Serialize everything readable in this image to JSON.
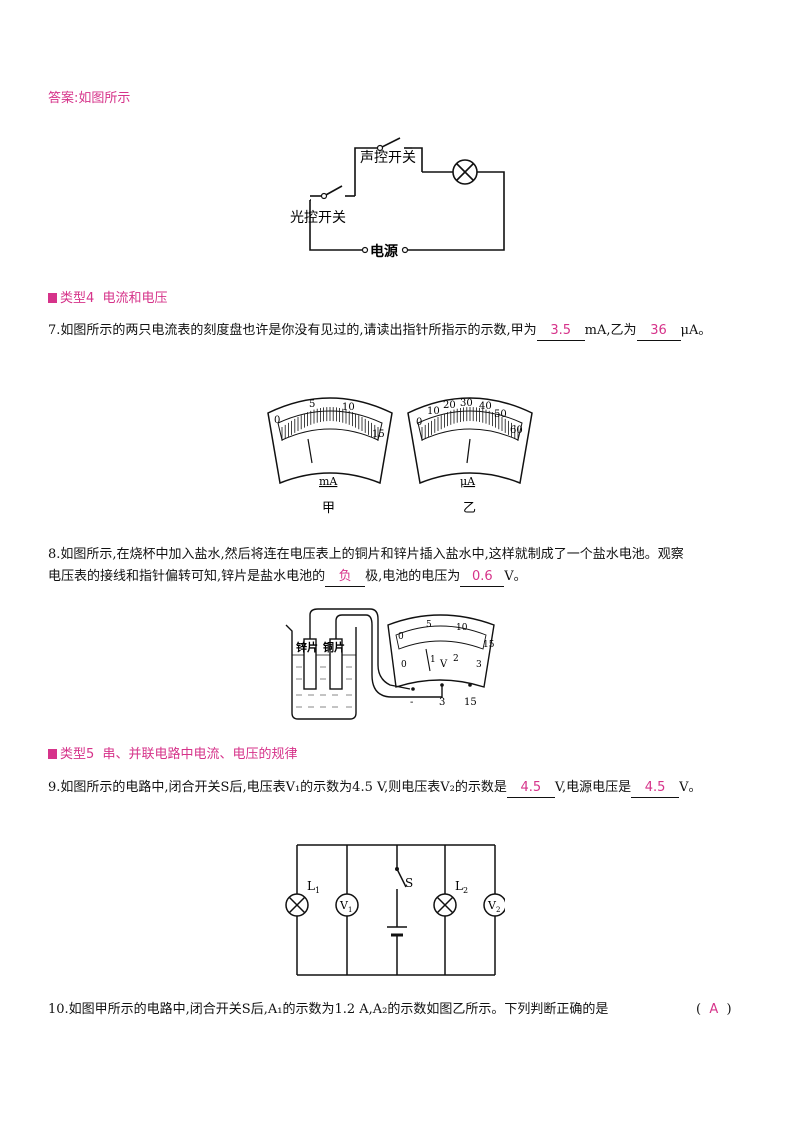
{
  "answer_label": "答案:如图所示",
  "circuit1": {
    "sound_switch": "声控开关",
    "light_switch": "光控开关",
    "power": "电源"
  },
  "section4": {
    "tag": "类型4",
    "title": "电流和电压"
  },
  "q7": {
    "pre": "7.如图所示的两只电流表的刻度盘也许是你没有见过的,请读出指针所指示的示数,甲为",
    "ans1": "3.5",
    "mid": "mA,乙为",
    "ans2": "36",
    "post": "μA。"
  },
  "meter_jia": {
    "ticks": [
      "0",
      "5",
      "10",
      "15"
    ],
    "unit": "mA",
    "name": "甲"
  },
  "meter_yi": {
    "ticks": [
      "0",
      "10",
      "20",
      "30",
      "40",
      "50",
      "60"
    ],
    "unit": "μA",
    "name": "乙"
  },
  "q8": {
    "line1": "8.如图所示,在烧杯中加入盐水,然后将连在电压表上的铜片和锌片插入盐水中,这样就制成了一个盐水电池。观察",
    "pre": "电压表的接线和指针偏转可知,锌片是盐水电池的",
    "ans1": "负",
    "mid": "极,电池的电压为",
    "ans2": "0.6",
    "post": "V。"
  },
  "battery_fig": {
    "zinc": "锌片",
    "copper": "铜片",
    "top_ticks": [
      "0",
      "5",
      "10",
      "15"
    ],
    "bottom_ticks": [
      "0",
      "1",
      "2",
      "3"
    ],
    "unit": "V",
    "terminals": [
      "-",
      "3",
      "15"
    ]
  },
  "section5": {
    "tag": "类型5",
    "title": "串、并联电路中电流、电压的规律"
  },
  "q9": {
    "pre": "9.如图所示的电路中,闭合开关S后,电压表V₁的示数为4.5 V,则电压表V₂的示数是",
    "ans1": "4.5",
    "mid": "V,电源电压是",
    "ans2": "4.5",
    "post": "V。"
  },
  "circuit2": {
    "l1": "L",
    "l1_sub": "1",
    "v1": "V",
    "v1_sub": "1",
    "s": "S",
    "l2": "L",
    "l2_sub": "2",
    "v2": "V",
    "v2_sub": "2"
  },
  "q10": {
    "text": "10.如图甲所示的电路中,闭合开关S后,A₁的示数为1.2 A,A₂的示数如图乙所示。下列判断正确的是",
    "paren_open": "(",
    "answer": "A",
    "paren_close": ")"
  }
}
